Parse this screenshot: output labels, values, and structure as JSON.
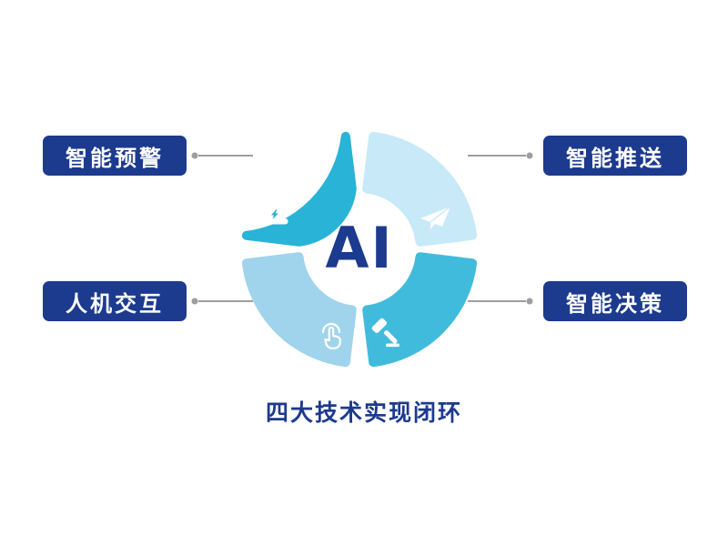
{
  "diagram": {
    "center_label": "AI",
    "caption": "四大技术实现闭环",
    "nodes": [
      {
        "position": "top-left",
        "label": "智能预警",
        "icon": "siren-icon"
      },
      {
        "position": "top-right",
        "label": "智能推送",
        "icon": "paper-plane-icon"
      },
      {
        "position": "bottom-left",
        "label": "人机交互",
        "icon": "tap-icon"
      },
      {
        "position": "bottom-right",
        "label": "智能决策",
        "icon": "gavel-icon"
      }
    ],
    "colors": {
      "label_background": "#1c3a8e",
      "label_text": "#ffffff",
      "center_text": "#1c3a8e",
      "caption_text": "#1c3a8e",
      "segment_top_left": "#28b3d7",
      "segment_top_right": "#c8e9f7",
      "segment_bottom_left": "#9fd4ec",
      "segment_bottom_right": "#41bbdc",
      "connector": "#9e9e9e"
    }
  }
}
